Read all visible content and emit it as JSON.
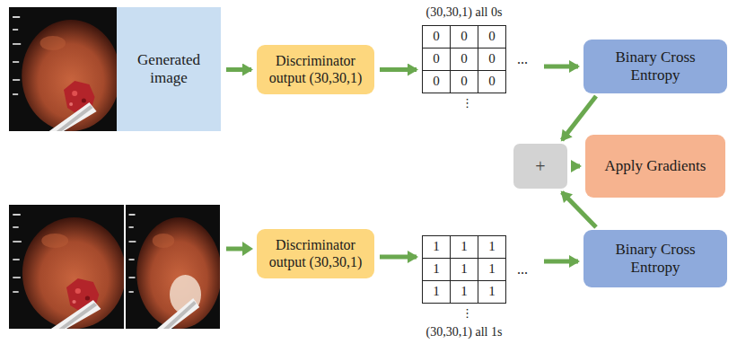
{
  "diagram": {
    "nodes": [
      {
        "text": [
          "Generated image"
        ]
      },
      {
        "text": [
          "Discriminator output (30,30,1)"
        ]
      },
      {
        "text": [
          "(30,30,1) all 0s"
        ]
      },
      {
        "text": [
          "0"
        ],
        "in": 2
      },
      {
        "text": [
          "0"
        ],
        "in": 2
      },
      {
        "text": [
          "0"
        ],
        "in": 2
      },
      {
        "text": [
          "0"
        ],
        "in": 2
      },
      {
        "text": [
          "0"
        ],
        "in": 2
      },
      {
        "text": [
          "0"
        ],
        "in": 2
      },
      {
        "text": [
          "0"
        ],
        "in": 2
      },
      {
        "text": [
          "0"
        ],
        "in": 2
      },
      {
        "text": [
          "0"
        ],
        "in": 2
      },
      {
        "text": [
          "Binary Cross Entropy"
        ]
      },
      {
        "text": [
          "+"
        ]
      },
      {
        "text": [
          "Apply Gradients"
        ]
      },
      {
        "text": [
          "Discriminator output (30,30,1)"
        ]
      },
      {
        "text": [
          "(30,30,1) all 1s"
        ]
      },
      {
        "text": [
          "1"
        ],
        "in": 16
      },
      {
        "text": [
          "1"
        ],
        "in": 16
      },
      {
        "text": [
          "1"
        ],
        "in": 16
      },
      {
        "text": [
          "1"
        ],
        "in": 16
      },
      {
        "text": [
          "1"
        ],
        "in": 16
      },
      {
        "text": [
          "1"
        ],
        "in": 16
      },
      {
        "text": [
          "1"
        ],
        "in": 16
      },
      {
        "text": [
          "1"
        ],
        "in": 16
      },
      {
        "text": [
          "1"
        ],
        "in": 16
      },
      {
        "text": [
          "Binary Cross Entropy"
        ]
      }
    ],
    "edges": [
      {
        "from": 0,
        "to": 1,
        "arrow": "to"
      },
      {
        "from": 1,
        "to": 2,
        "arrow": "to"
      },
      {
        "from": 2,
        "to": 12,
        "arrow": "to"
      },
      {
        "from": 12,
        "to": 13,
        "arrow": "to"
      },
      {
        "from": 13,
        "to": 14,
        "arrow": "to"
      },
      {
        "from": 26,
        "to": 13,
        "arrow": "to"
      },
      {
        "from": 15,
        "to": 16,
        "arrow": "to"
      },
      {
        "from": 16,
        "to": 26,
        "arrow": "to"
      }
    ],
    "labels": [
      "...",
      "⋮",
      "...",
      "⋮"
    ]
  }
}
